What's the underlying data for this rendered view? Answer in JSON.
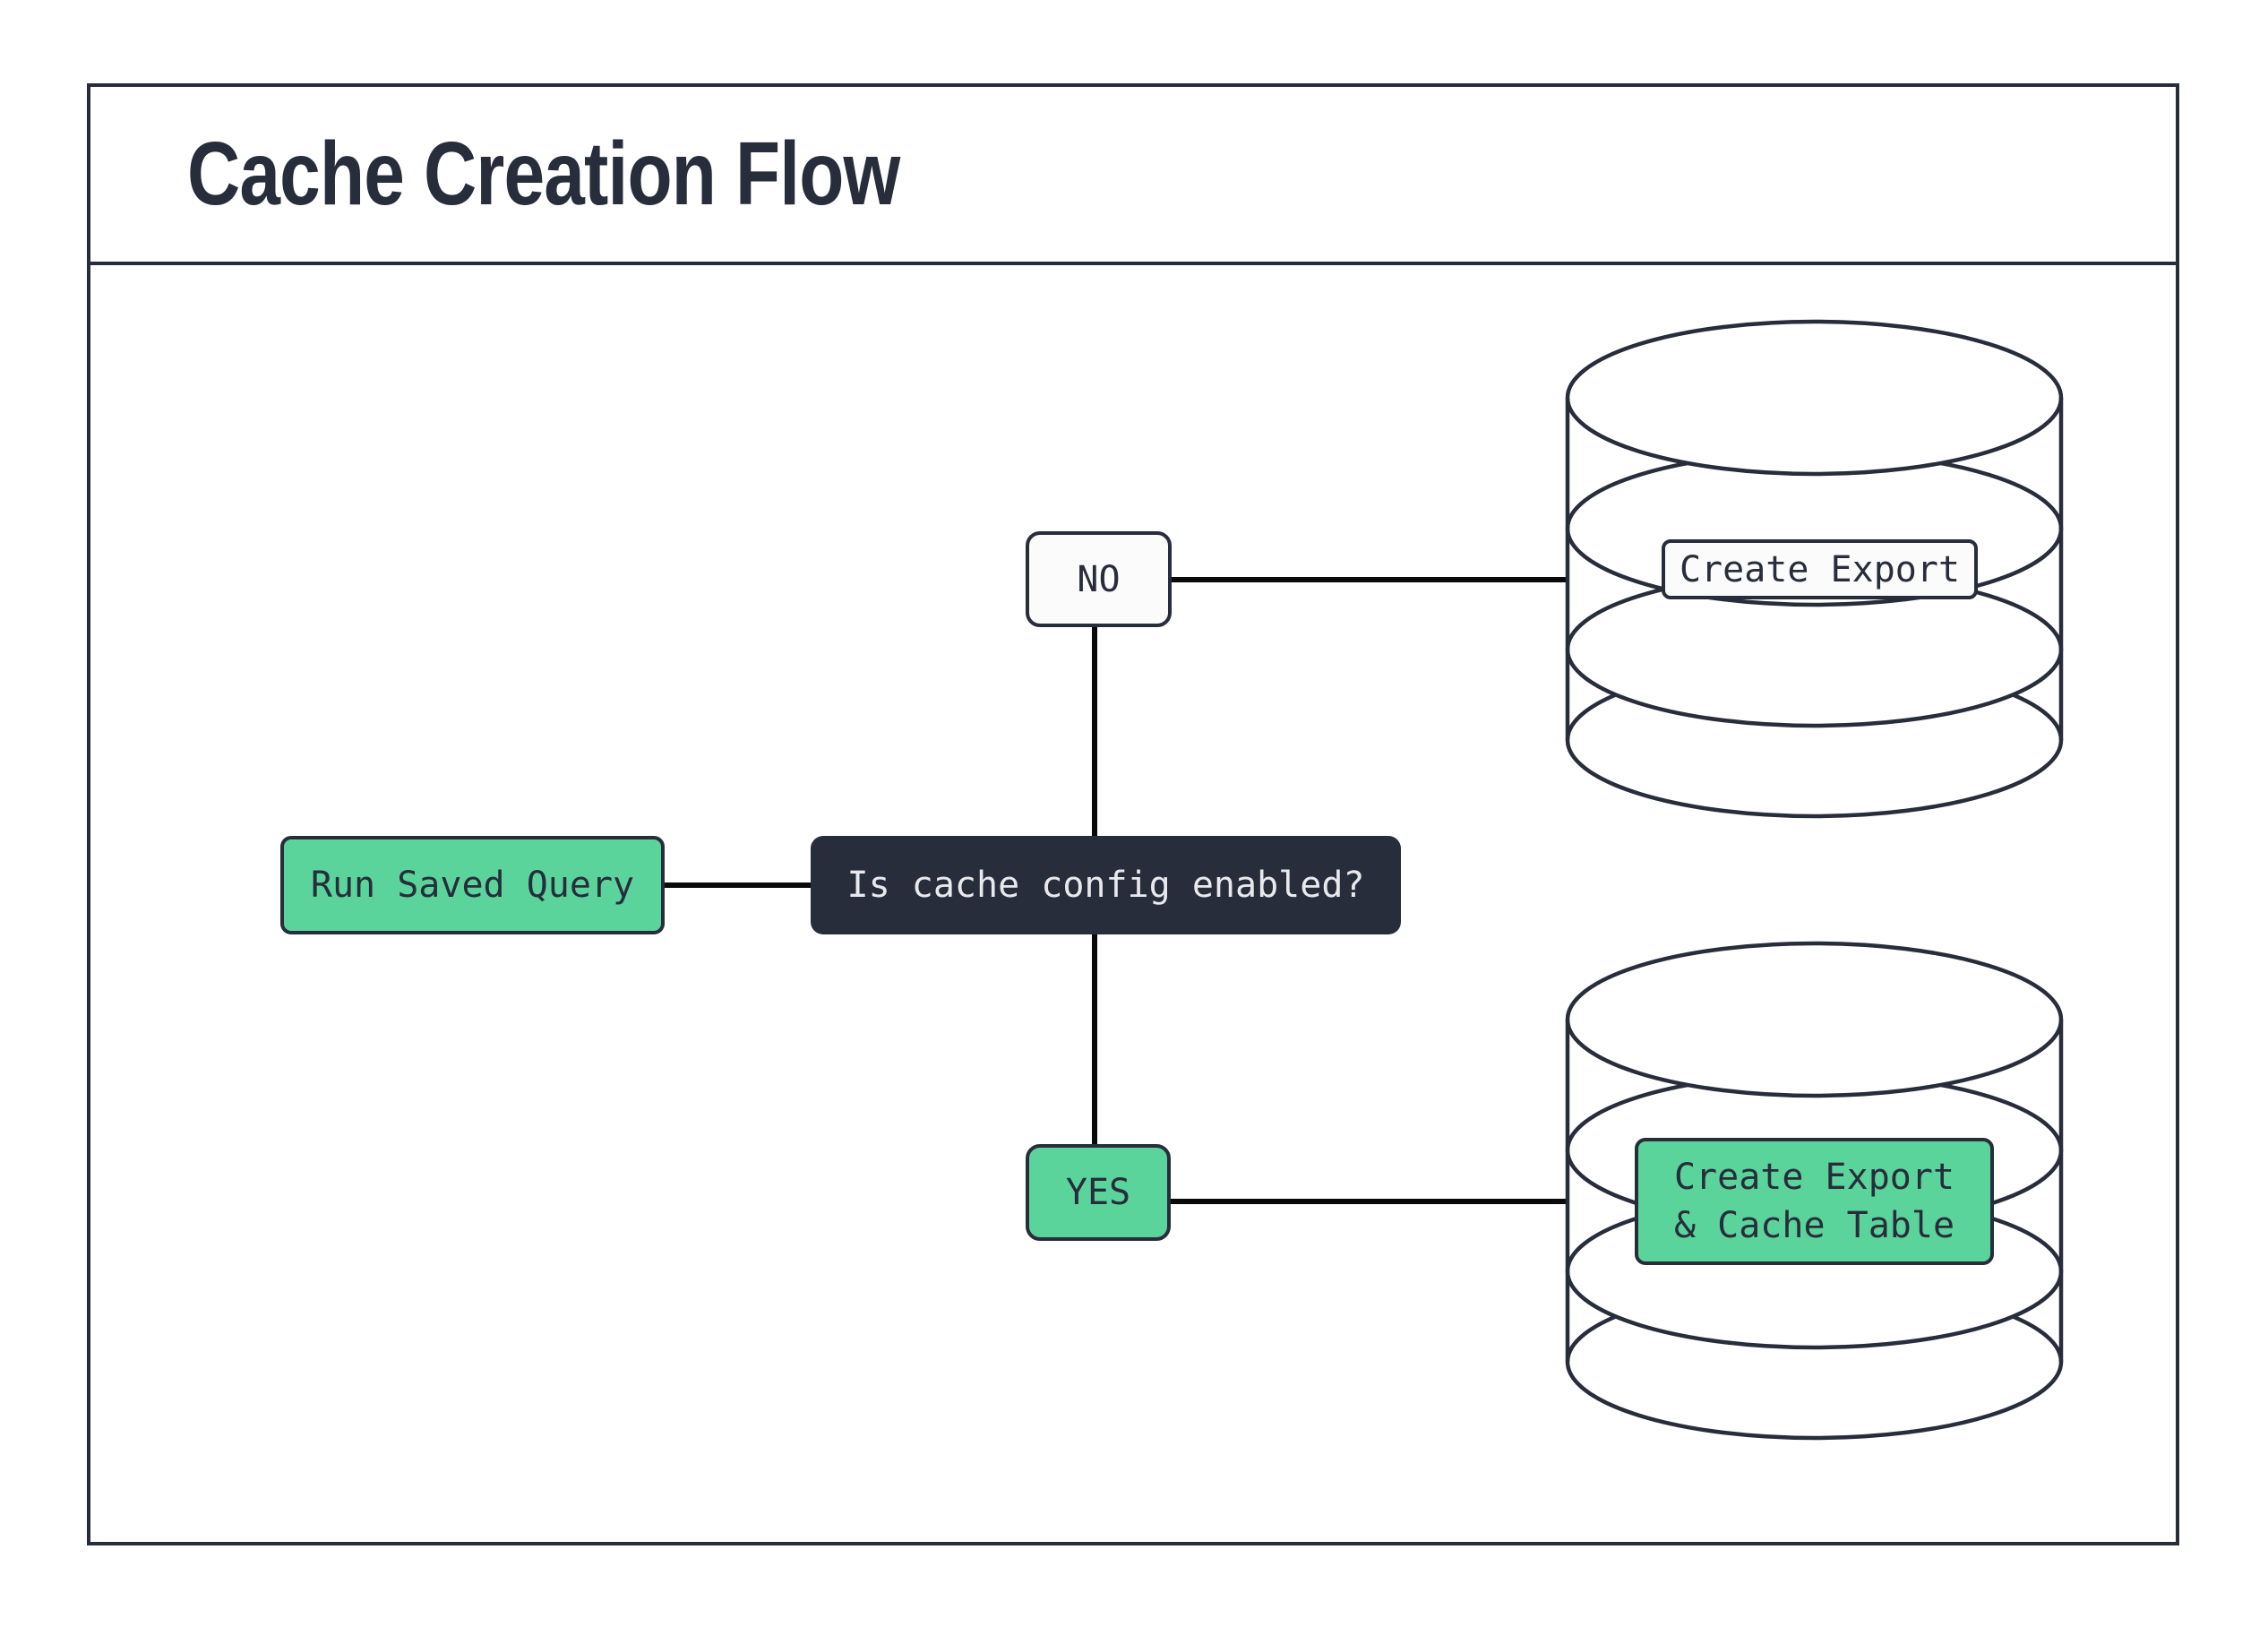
{
  "header": {
    "title": "Cache Creation Flow"
  },
  "nodes": {
    "run_saved_query": {
      "label": "Run Saved Query"
    },
    "decision": {
      "label": "Is cache config enabled?"
    },
    "no_branch": {
      "label": "NO"
    },
    "yes_branch": {
      "label": "YES"
    },
    "no_result": {
      "label": "Create Export"
    },
    "yes_result": {
      "line1": "Create Export",
      "line2": "& Cache Table"
    }
  },
  "icons": {
    "no_result_icon": "database-icon",
    "yes_result_icon": "database-icon"
  },
  "colors": {
    "accent_green": "#5bd49c",
    "dark_navy": "#282d3c",
    "connector_black": "#0a0a0a",
    "node_white": "#fbfbfc",
    "text_light": "#e8e9ed",
    "background": "#ffffff"
  }
}
